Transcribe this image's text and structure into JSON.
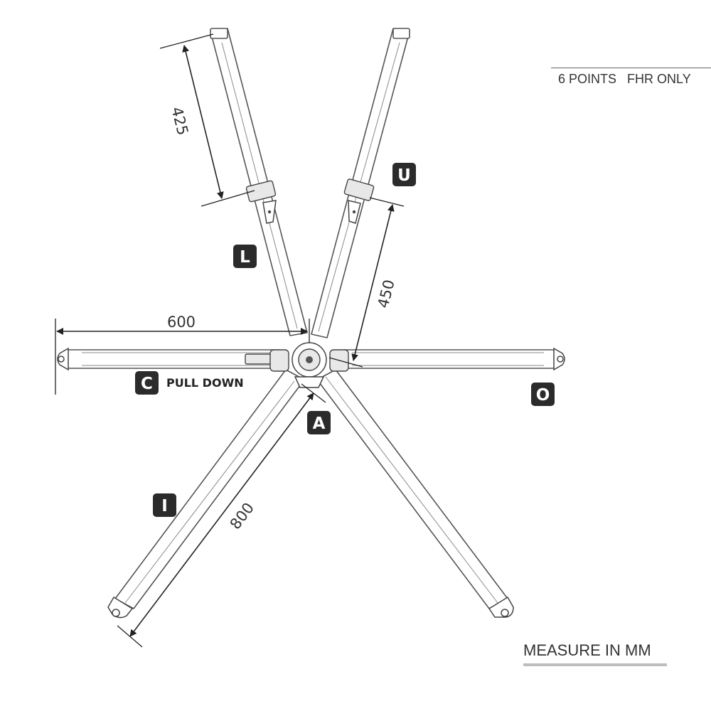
{
  "header": {
    "title": "6 POINTS   FHR ONLY"
  },
  "footer": {
    "note": "MEASURE IN MM"
  },
  "straps": {
    "L": {
      "label": "L",
      "dimension": "425"
    },
    "U": {
      "label": "U",
      "dimension": "450"
    },
    "C": {
      "label": "C",
      "dimension": "600",
      "note": "PULL DOWN"
    },
    "O": {
      "label": "O"
    },
    "A": {
      "label": "A"
    },
    "I": {
      "label": "I",
      "dimension": "800"
    }
  },
  "colors": {
    "badge": "#2b2b2b",
    "line": "#555555",
    "text": "#333333"
  }
}
